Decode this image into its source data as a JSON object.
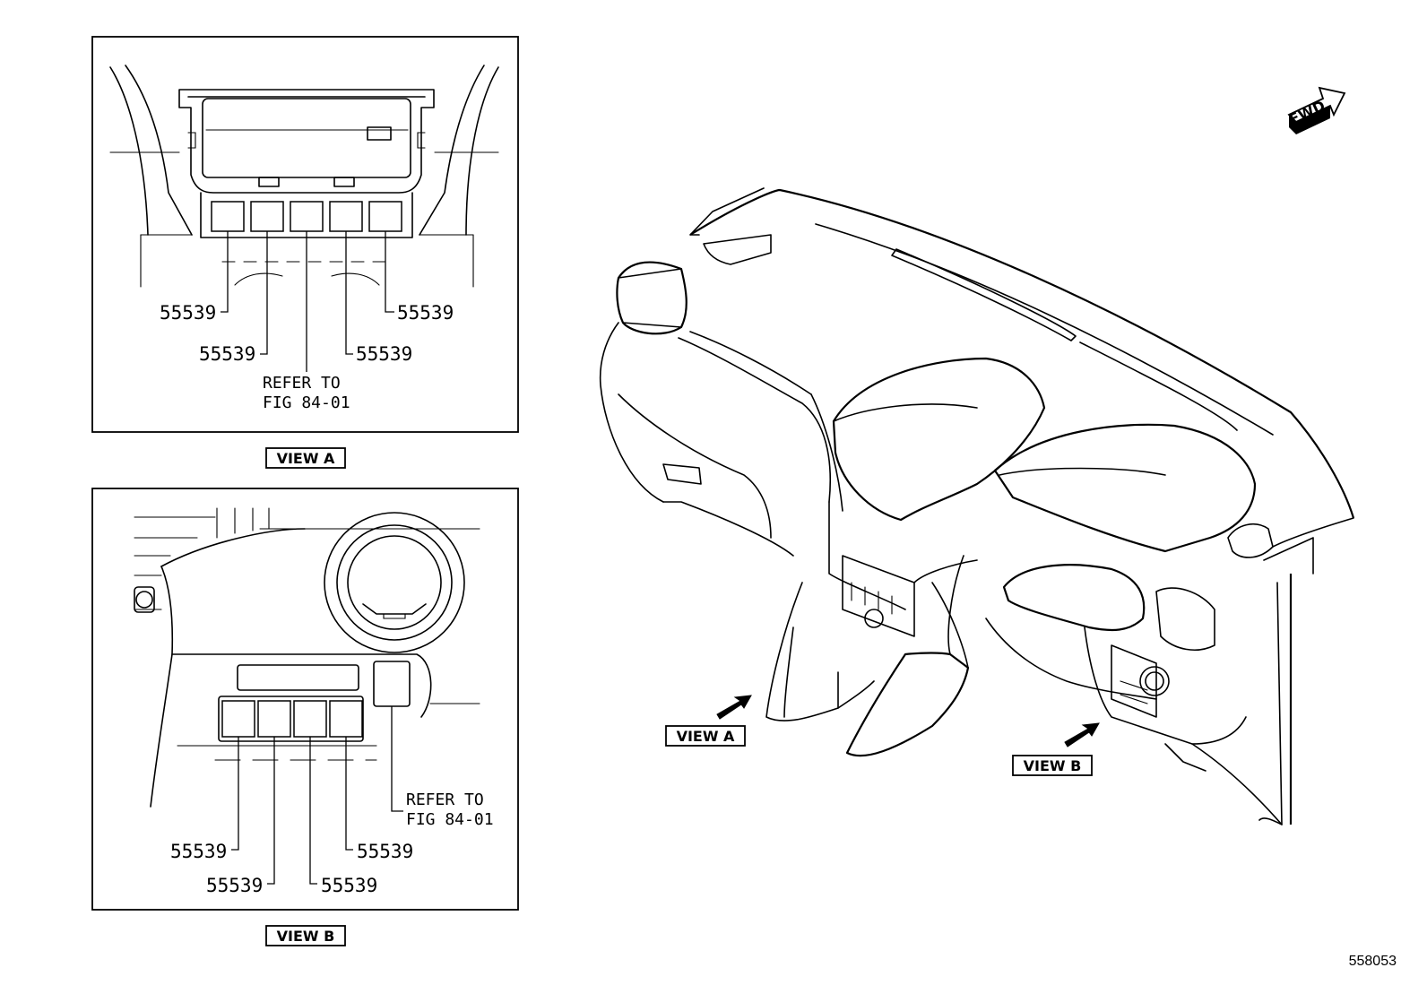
{
  "view_a": {
    "title": "VIEW A",
    "parts": {
      "left_outer": "55539",
      "left_inner": "55539",
      "right_inner": "55539",
      "right_outer": "55539"
    },
    "refer_line1": "REFER TO",
    "refer_line2": "FIG 84-01"
  },
  "view_b": {
    "title": "VIEW B",
    "parts": {
      "sw1": "55539",
      "sw2": "55539",
      "sw3": "55539",
      "sw4": "55539"
    },
    "refer_line1": "REFER TO",
    "refer_line2": "FIG 84-01"
  },
  "main": {
    "label_view_a": "VIEW A",
    "label_view_b": "VIEW B",
    "fwd": "FWD"
  },
  "drawing_number": "558053"
}
